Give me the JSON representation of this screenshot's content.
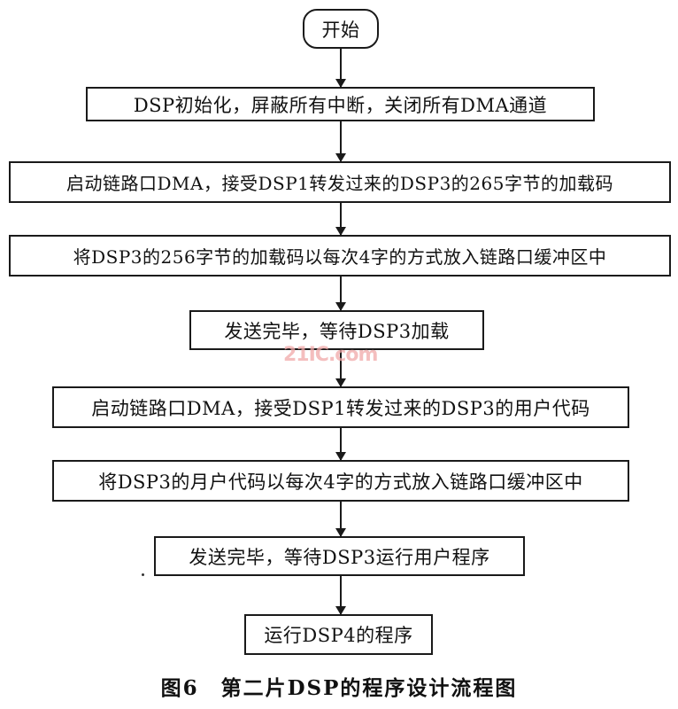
{
  "flowchart": {
    "start": "开始",
    "steps": [
      "DSP初始化，屏蔽所有中断，关闭所有DMA通道",
      "启动链路口DMA，接受DSP1转发过来的DSP3的265字节的加载码",
      "将DSP3的256字节的加载码以每次4字的方式放入链路口缓冲区中",
      "发送完毕，等待DSP3加载",
      "启动链路口DMA，接受DSP1转发过来的DSP3的用户代码",
      "将DSP3的月户代码以每次4字的方式放入链路口缓冲区中",
      "发送完毕，等待DSP3运行用户程序",
      "运行DSP4的程序"
    ]
  },
  "caption": "图6　第二片DSP的程序设计流程图",
  "watermark": "21IC.com",
  "colors": {
    "line": "#1a1a1a",
    "watermark": "#f1a9a9"
  }
}
